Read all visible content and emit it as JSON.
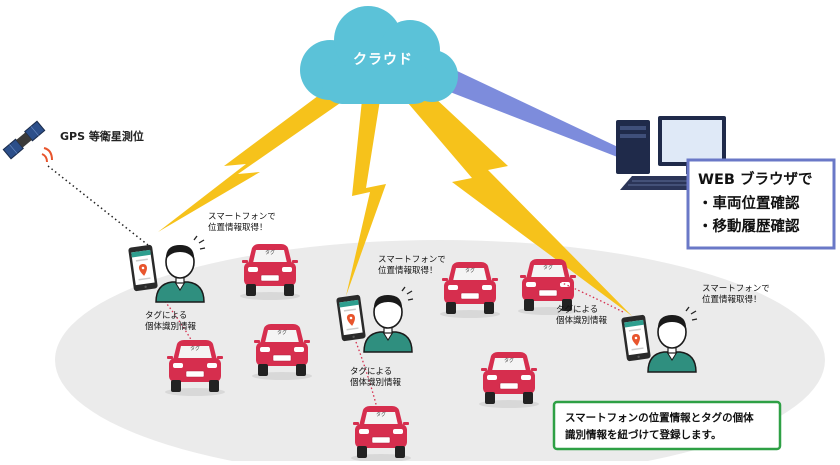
{
  "cloud": {
    "label": "クラウド"
  },
  "gps": {
    "label": "GPS 等衛星測位"
  },
  "browser_box": {
    "title": "WEB ブラウザで",
    "items": [
      "・車両位置確認",
      "・移動履歴確認"
    ]
  },
  "smartphone_labels": {
    "left": [
      "スマートフォンで",
      "位置情報取得！"
    ],
    "center": [
      "スマートフォンで",
      "位置情報取得！"
    ],
    "right": [
      "スマートフォンで",
      "位置情報取得！"
    ]
  },
  "tag_id_labels": {
    "left": [
      "タグによる",
      "個体識別情報"
    ],
    "center": [
      "タグによる",
      "個体識別情報"
    ],
    "right": [
      "タグによる",
      "個体識別情報"
    ]
  },
  "car_tag_text": "タグ",
  "note": {
    "lines": [
      "スマートフォンの位置情報とタグの個体",
      "識別情報を紐づけて登録します。"
    ]
  },
  "colors": {
    "cloud": "#5bc2d8",
    "lightning": "#f6c21b",
    "beam": "#6f7fd8",
    "car": "#d62e4e",
    "ground": "#ebebeb",
    "browser_border": "#6a78c7",
    "note_border": "#2ea045",
    "phone_screen_accent": "#2e9e8e",
    "person_shirt": "#2f8f7f"
  }
}
